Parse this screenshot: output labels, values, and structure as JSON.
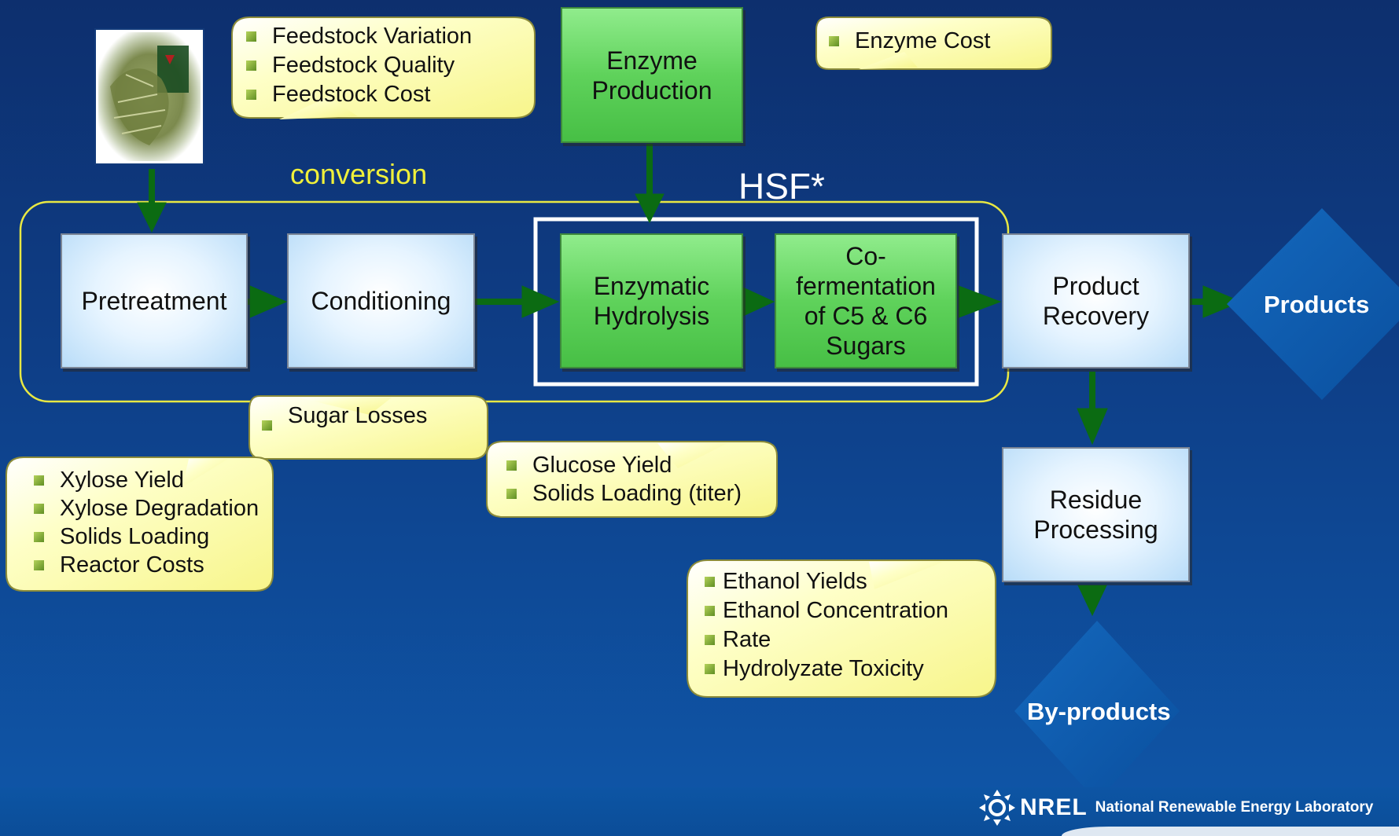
{
  "boxes": {
    "pretreatment": "Pretreatment",
    "conditioning": "Conditioning",
    "enzyme_production": [
      "Enzyme",
      "Production"
    ],
    "enzymatic_hydrolysis": [
      "Enzymatic",
      "Hydrolysis"
    ],
    "cofermentation": [
      "Co-",
      "fermentation",
      "of C5 & C6",
      "Sugars"
    ],
    "product_recovery": [
      "Product",
      "Recovery"
    ],
    "residue_processing": [
      "Residue",
      "Processing"
    ]
  },
  "labels": {
    "conversion": "conversion",
    "hsf": "HSF*",
    "products": "Products",
    "byproducts": "By-products"
  },
  "callouts": {
    "feedstock": [
      "Feedstock Variation",
      "Feedstock Quality",
      "Feedstock Cost"
    ],
    "enzyme": [
      "Enzyme Cost"
    ],
    "sugar_losses": [
      "Sugar Losses"
    ],
    "pretreatment": [
      "Xylose Yield",
      "Xylose Degradation",
      "Solids Loading",
      "Reactor Costs"
    ],
    "hydrolysis": [
      "Glucose Yield",
      "Solids Loading (titer)"
    ],
    "fermentation": [
      "Ethanol Yields",
      "Ethanol Concentration",
      "Rate",
      "Hydrolyzate Toxicity"
    ]
  },
  "footer": {
    "logo_text": "NREL",
    "lab_name": "National Renewable Energy Laboratory"
  },
  "icons": {
    "feedstock_photo": "hay-bale-photo",
    "logo": "nrel-sun-logo-icon"
  },
  "colors": {
    "callout_fill": "#fefeb0",
    "arrow_green": "#0b6b12",
    "conversion_outline": "#e8e843",
    "diamond_blue": "#0c58a8",
    "process_green": "#5fd25b",
    "process_blue": "#cfe8fb"
  }
}
